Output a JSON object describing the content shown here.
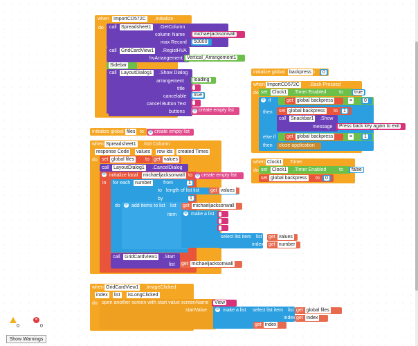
{
  "block1": {
    "when": "when",
    "component": "ImportCD572C",
    "event": ".Initialize",
    "do": "do",
    "call": "call",
    "spreadsheet": "Spreadsheet1",
    "getcolumn": ".GetColumn",
    "column_name_label": "column Name",
    "column_name_value": "michaeljacksonwall",
    "max_record_label": "max Record",
    "max_record_value": "50000",
    "gridcard": "GridCardView1",
    "registhva": ".RegistHVA",
    "hv_label": "hvArrangement",
    "hv_value": "Vertical_Arrangement1",
    "sidebar": "Sidebar",
    "layout_dialog": "LayoutDialog1",
    "show_dialog": ".Show Dialog",
    "arrangement_label": "arrangement",
    "arrangement_value": "loading",
    "title_label": "title",
    "cancelable_label": "cancelable",
    "cancelable_value": "true",
    "cancel_button_label": "cancel Button Text",
    "buttons_label": "buttons",
    "create_empty_list": "create empty list"
  },
  "block2": {
    "initialize_global": "initialize global",
    "name": "backpress",
    "to": "to",
    "value": "0"
  },
  "block3": {
    "when": "when",
    "component": "ImportCD572C",
    "event": ".Back Pressed",
    "do": "do",
    "set": "set",
    "clock": "Clock1",
    "timer_enabled": ".Timer Enabled",
    "to": "to",
    "true": "true",
    "if": "if",
    "get": "get",
    "global_backpress": "global backpress",
    "eq": "=",
    "zero": "0",
    "then": "then",
    "set_global": "set",
    "one": "1",
    "call": "call",
    "snackbar": "Snackbar1",
    "show": ".Show",
    "message_label": "message",
    "message_value": "Press back key again to exit",
    "else_if": "else if",
    "close_app": "close application"
  },
  "block4": {
    "when": "when",
    "clock": "Clock1",
    "event": ".Timer",
    "do": "do",
    "set": "set",
    "timer_enabled": ".Timer Enabled",
    "to": "to",
    "false": "false",
    "global_backpress": "global backpress",
    "zero": "0"
  },
  "block5": {
    "initialize_global": "initialize global",
    "name": "files",
    "to": "to",
    "create_empty_list": "create empty list"
  },
  "block6": {
    "when": "when",
    "spreadsheet": "Spreadsheet1",
    "event": ".Got Column",
    "params": [
      "response Code",
      "values",
      "row Ids",
      "created Times"
    ],
    "do": "do",
    "set": "set",
    "global_files": "global files",
    "to": "to",
    "get": "get",
    "values": "values",
    "call": "call",
    "layout_dialog": "LayoutDialog1",
    "cancel_dialog": ".CancelDialog",
    "initialize_local": "initialize local",
    "local_name": "michaeljacksonwall",
    "create_empty_list": "create empty list",
    "in": "in",
    "for_each": "for each",
    "number": "number",
    "from": "from",
    "one": "1",
    "length_of_list": "length of list list",
    "by": "by",
    "add_items": "add items to list",
    "list_label": "list",
    "item_label": "item",
    "make_a_list": "make a list",
    "select_list_item": "select list item",
    "index_label": "index",
    "gridcard": "GridCardView1",
    "start": ".Start",
    "get_mjw": "michaeljacksonwall"
  },
  "block7": {
    "when": "when",
    "gridcard": "GridCardView1",
    "event": ".ImageClicked",
    "params": [
      "index",
      "list",
      "isLongClicked"
    ],
    "do": "do",
    "open_screen": "open another screen with start value screenName",
    "screen_value": "View",
    "start_value": "startValue",
    "make_a_list": "make a list",
    "select_list_item": "select list item",
    "list_label": "list",
    "get": "get",
    "global_files": "global files",
    "index_label": "index",
    "index": "index"
  },
  "warnings": {
    "warn_count": "0",
    "error_count": "0",
    "show_warnings": "Show Warnings"
  }
}
